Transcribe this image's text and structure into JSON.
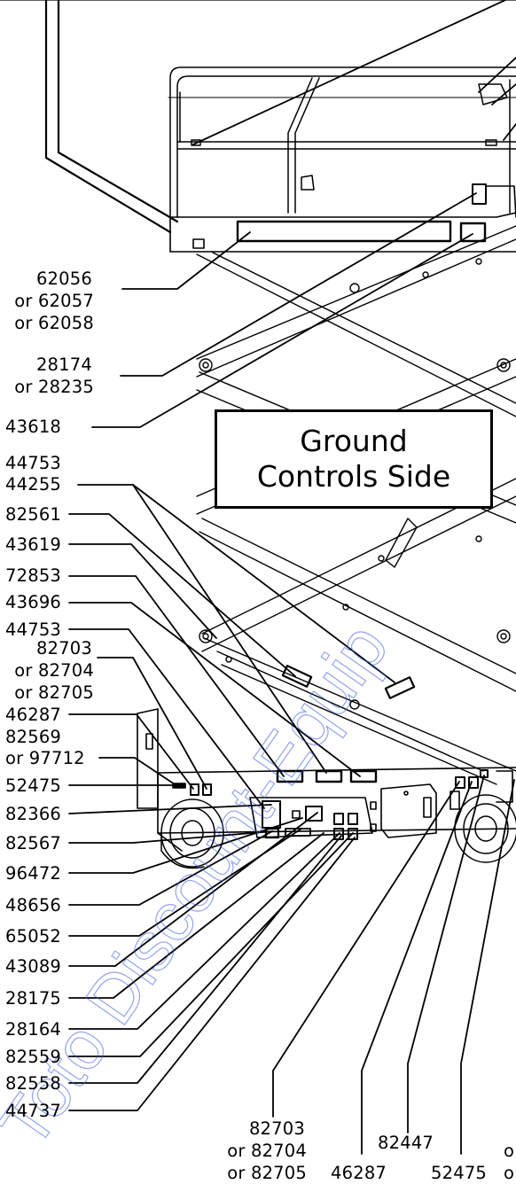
{
  "title_box": {
    "line1": "Ground",
    "line2": "Controls Side"
  },
  "watermark": "Toto Discount-Equip",
  "colors": {
    "line": "#000000",
    "watermark": "#3b5bdb"
  },
  "labels_left": {
    "l62056": "62056",
    "l62057": "or 62057",
    "l62058": "or 62058",
    "l28174": "28174",
    "l28235": "or 28235",
    "l43618": "43618",
    "l44753a": "44753",
    "l44255": "44255",
    "l82561": "82561",
    "l43619": "43619",
    "l72853": "72853",
    "l43696": "43696",
    "l44753b": "44753",
    "l82703": "82703",
    "l82704": "or 82704",
    "l82705": "or 82705",
    "l46287": "46287",
    "l82569": "82569",
    "l97712": "or 97712",
    "l52475": "52475",
    "l82366": "82366",
    "l82567": "82567",
    "l96472": "96472",
    "l48656": "48656",
    "l65052": "65052",
    "l43089": "43089",
    "l28175": "28175",
    "l28164": "28164",
    "l82559": "82559",
    "l82558": "82558",
    "l44737": "44737"
  },
  "labels_bottom": {
    "b82703": "82703",
    "b82704": "or 82704",
    "b82705": "or 82705",
    "b46287": "46287",
    "b82447": "82447",
    "b52475": "52475",
    "bo1": "o",
    "bo2": "o"
  }
}
